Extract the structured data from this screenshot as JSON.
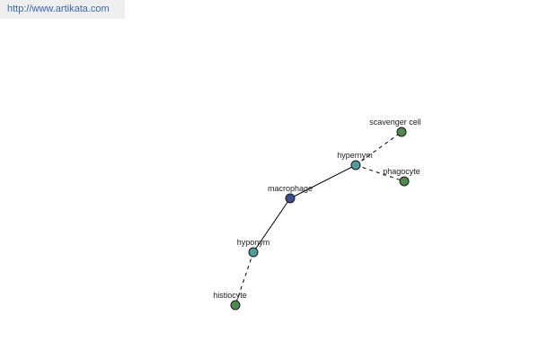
{
  "header": {
    "url": "http://www.artikata.com"
  },
  "colors": {
    "center": "#3a4e90",
    "relation": "#4f9a9a",
    "leaf": "#4e8a4e",
    "url": "#3a66b8"
  },
  "graph": {
    "nodes": [
      {
        "id": "macrophage",
        "label": "macrophage",
        "kind": "center"
      },
      {
        "id": "hypernym",
        "label": "hypernym",
        "kind": "relation"
      },
      {
        "id": "hyponym",
        "label": "hyponym",
        "kind": "relation"
      },
      {
        "id": "scavenger-cell",
        "label": "scavenger cell",
        "kind": "leaf"
      },
      {
        "id": "phagocyte",
        "label": "phagocyte",
        "kind": "leaf"
      },
      {
        "id": "histiocyte",
        "label": "histiocyte",
        "kind": "leaf"
      }
    ],
    "edges": [
      {
        "from": "macrophage",
        "to": "hypernym",
        "style": "solid"
      },
      {
        "from": "macrophage",
        "to": "hyponym",
        "style": "solid"
      },
      {
        "from": "hypernym",
        "to": "scavenger-cell",
        "style": "dashed"
      },
      {
        "from": "hypernym",
        "to": "phagocyte",
        "style": "dashed"
      },
      {
        "from": "hyponym",
        "to": "histiocyte",
        "style": "dashed"
      }
    ]
  }
}
